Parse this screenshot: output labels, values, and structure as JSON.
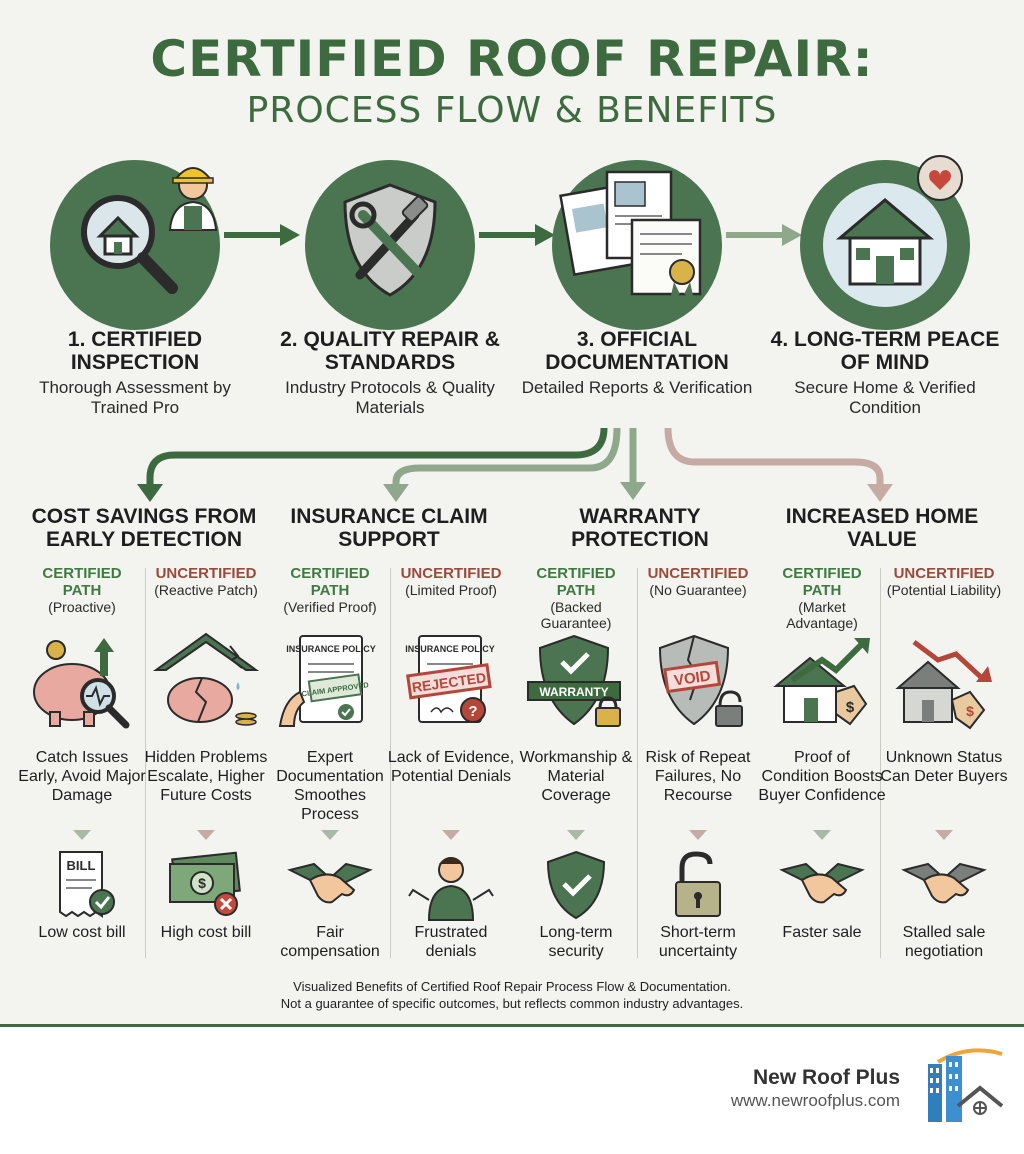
{
  "title": {
    "line1": "CERTIFIED ROOF REPAIR:",
    "line2": "PROCESS FLOW & BENEFITS"
  },
  "steps": [
    {
      "title": "1. CERTIFIED INSPECTION",
      "subtitle": "Thorough Assessment by Trained Pro",
      "icon": "magnifier-house-inspector-icon"
    },
    {
      "title": "2. QUALITY REPAIR & STANDARDS",
      "subtitle": "Industry Protocols & Quality Materials",
      "icon": "shield-tools-icon"
    },
    {
      "title": "3. OFFICIAL DOCUMENTATION",
      "subtitle": "Detailed Reports & Verification",
      "icon": "documents-certificate-icon"
    },
    {
      "title": "4. LONG-TERM PEACE OF MIND",
      "subtitle": "Secure Home & Verified Condition",
      "icon": "house-heart-icon"
    }
  ],
  "benefits": [
    {
      "title": "COST SAVINGS FROM EARLY DETECTION",
      "certified": {
        "head": "CERTIFIED PATH",
        "sub": "(Proactive)",
        "desc": "Catch Issues Early, Avoid Major Damage",
        "outcome": "Low cost bill",
        "icon": "piggy-bank-magnifier-icon",
        "outcome_icon": "bill-check-icon"
      },
      "uncertified": {
        "head": "UNCERTIFIED",
        "sub": "(Reactive Patch)",
        "desc": "Hidden Problems Escalate, Higher Future Costs",
        "outcome": "High cost bill",
        "icon": "broken-piggy-bank-icon",
        "outcome_icon": "cash-x-icon"
      }
    },
    {
      "title": "INSURANCE CLAIM SUPPORT",
      "certified": {
        "head": "CERTIFIED PATH",
        "sub": "(Verified Proof)",
        "desc": "Expert Documentation Smoothes Process",
        "outcome": "Fair compensation",
        "icon": "insurance-policy-approved-icon",
        "outcome_icon": "handshake-icon",
        "doc_title": "INSURANCE POLICY",
        "stamp": "CLAIM APPROVED"
      },
      "uncertified": {
        "head": "UNCERTIFIED",
        "sub": "(Limited Proof)",
        "desc": "Lack of Evidence, Potential Denials",
        "outcome": "Frustrated denials",
        "icon": "insurance-policy-rejected-icon",
        "outcome_icon": "frustrated-person-icon",
        "doc_title": "INSURANCE POLICY",
        "stamp": "REJECTED"
      }
    },
    {
      "title": "WARRANTY PROTECTION",
      "certified": {
        "head": "CERTIFIED PATH",
        "sub": "(Backed Guarantee)",
        "desc": "Workmanship & Material Coverage",
        "outcome": "Long-term security",
        "icon": "warranty-shield-lock-icon",
        "outcome_icon": "shield-check-icon",
        "badge": "WARRANTY"
      },
      "uncertified": {
        "head": "UNCERTIFIED",
        "sub": "(No Guarantee)",
        "desc": "Risk of Repeat Failures, No Recourse",
        "outcome": "Short-term uncertainty",
        "icon": "void-shield-unlocked-icon",
        "outcome_icon": "open-padlock-icon",
        "badge": "VOID"
      }
    },
    {
      "title": "INCREASED HOME VALUE",
      "certified": {
        "head": "CERTIFIED PATH",
        "sub": "(Market Advantage)",
        "desc": "Proof of Condition Boosts Buyer Confidence",
        "outcome": "Faster sale",
        "icon": "house-arrow-up-price-tag-icon",
        "outcome_icon": "handshake-icon"
      },
      "uncertified": {
        "head": "UNCERTIFIED",
        "sub": "(Potential Liability)",
        "desc": "Unknown Status Can Deter Buyers",
        "outcome": "Stalled sale negotiation",
        "icon": "house-arrow-down-price-tag-icon",
        "outcome_icon": "handshake-icon"
      }
    }
  ],
  "note": {
    "line1": "Visualized Benefits of Certified Roof Repair Process Flow & Documentation.",
    "line2": "Not a guarantee of specific outcomes, but reflects common industry advantages."
  },
  "footer": {
    "brand": "New Roof Plus",
    "url": "www.newroofplus.com",
    "logo": "building-house-logo-icon"
  },
  "colors": {
    "green": "#4a7550",
    "dark_green": "#3d6a3f",
    "red": "#9a4a3d",
    "light_green_arrow": "#8fa88c",
    "pink_arrow": "#c6aaa4"
  }
}
